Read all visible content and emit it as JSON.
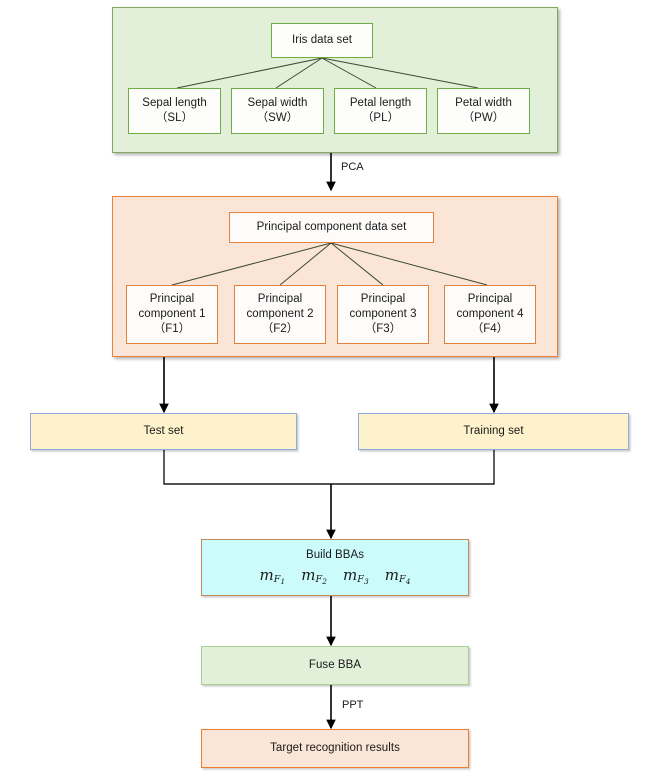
{
  "diagram": {
    "title": "Iris data set PCA / BBA fusion target recognition flowchart",
    "colors": {
      "green_group_fill": "#e2efd9",
      "green_group_border": "#7fa861",
      "orange_group_fill": "#fbe5d6",
      "orange_group_border": "#e5833b",
      "node_green_border": "#70ad47",
      "node_orange_border": "#e0823d",
      "cream_fill": "#fdf2cc",
      "cream_border": "#8faadc",
      "cyan_fill": "#ccfbfb",
      "cyan_border": "#c58a5c",
      "arrow": "#000000"
    }
  },
  "iris_group": {
    "root": {
      "label": "Iris data set"
    },
    "features": [
      {
        "label": "Sepal length",
        "code": "（SL）"
      },
      {
        "label": "Sepal width",
        "code": "（SW）"
      },
      {
        "label": "Petal length",
        "code": "（PL）"
      },
      {
        "label": "Petal width",
        "code": "（PW）"
      }
    ]
  },
  "edges": {
    "pca_label": "PCA",
    "ppt_label": "PPT"
  },
  "pc_group": {
    "root": {
      "label": "Principal component data set"
    },
    "components": [
      {
        "line1": "Principal",
        "line2": "component 1",
        "code": "（F1）"
      },
      {
        "line1": "Principal",
        "line2": "component 2",
        "code": "（F2）"
      },
      {
        "line1": "Principal",
        "line2": "component 3",
        "code": "（F3）"
      },
      {
        "line1": "Principal",
        "line2": "component 4",
        "code": "（F4）"
      }
    ]
  },
  "datasets": {
    "test": {
      "label": "Test set"
    },
    "training": {
      "label": "Training set"
    }
  },
  "build_bba": {
    "label": "Build BBAs",
    "terms": [
      {
        "base": "m",
        "sub": "F",
        "subsub": "1"
      },
      {
        "base": "m",
        "sub": "F",
        "subsub": "2"
      },
      {
        "base": "m",
        "sub": "F",
        "subsub": "3"
      },
      {
        "base": "m",
        "sub": "F",
        "subsub": "4"
      }
    ]
  },
  "fuse_bba": {
    "label": "Fuse BBA"
  },
  "result": {
    "label": "Target recognition results"
  }
}
